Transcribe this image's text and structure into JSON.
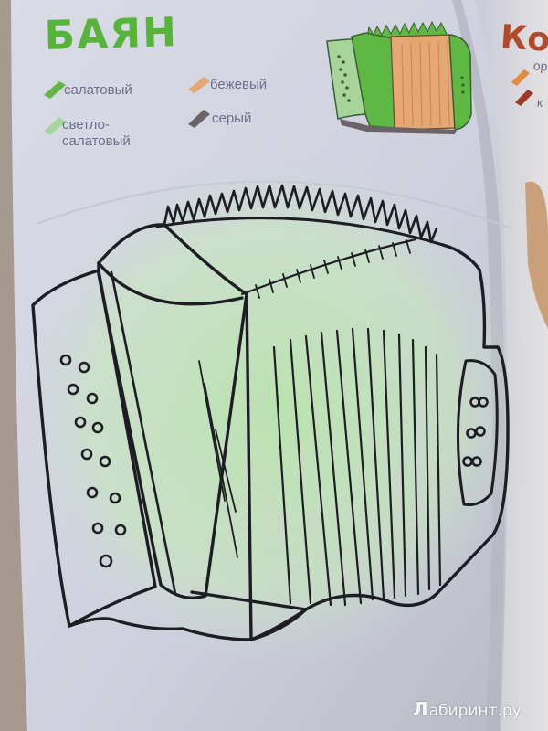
{
  "page": {
    "title": "БАЯН",
    "legend": [
      {
        "label": "салатовый",
        "color": "#5fb843"
      },
      {
        "label": "бежевый",
        "color": "#e5a874"
      },
      {
        "label_lines": [
          "светло-",
          "салатовый"
        ],
        "color": "#a7d49a"
      },
      {
        "label": "серый",
        "color": "#6a6468"
      }
    ]
  },
  "next_page": {
    "title_fragment": "Ко",
    "label_fragments": [
      "ор",
      "к"
    ],
    "colors": [
      "#e38a3c",
      "#9b3a2a"
    ]
  },
  "watermark": {
    "mark": "Л",
    "text": "абиринт.ру"
  },
  "reference_picture_colors": {
    "green": "#5fb843",
    "beige": "#e5a874",
    "light_green": "#a7d49a",
    "gray": "#6a6468"
  }
}
